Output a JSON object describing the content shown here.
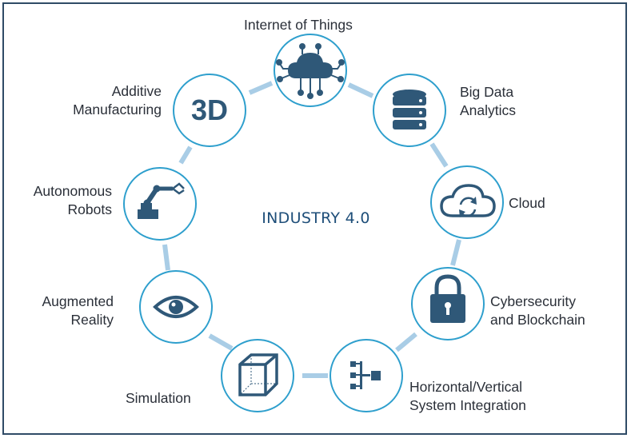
{
  "diagram": {
    "center_title": "INDUSTRY 4.0",
    "colors": {
      "ring": "#2e9fcd",
      "connector": "#a9cde6",
      "icon": "#2f5878",
      "frame": "#2f4b66"
    },
    "nodes": [
      {
        "id": "iot",
        "label_lines": [
          "Internet of Things"
        ],
        "icon": "cloud-network-icon"
      },
      {
        "id": "big-data",
        "label_lines": [
          "Big Data",
          "Analytics"
        ],
        "icon": "database-icon"
      },
      {
        "id": "cloud",
        "label_lines": [
          "Cloud"
        ],
        "icon": "cloud-sync-icon"
      },
      {
        "id": "cybersecurity",
        "label_lines": [
          "Cybersecurity",
          "and Blockchain"
        ],
        "icon": "padlock-icon"
      },
      {
        "id": "integration",
        "label_lines": [
          "Horizontal/Vertical",
          "System Integration"
        ],
        "icon": "hierarchy-icon"
      },
      {
        "id": "simulation",
        "label_lines": [
          "Simulation"
        ],
        "icon": "cube-icon"
      },
      {
        "id": "ar",
        "label_lines": [
          "Augmented",
          "Reality"
        ],
        "icon": "eye-icon"
      },
      {
        "id": "robots",
        "label_lines": [
          "Autonomous",
          "Robots"
        ],
        "icon": "robot-arm-icon"
      },
      {
        "id": "additive",
        "label_lines": [
          "Additive",
          "Manufacturing"
        ],
        "icon": "3d-text-icon",
        "icon_text": "3D"
      }
    ]
  }
}
